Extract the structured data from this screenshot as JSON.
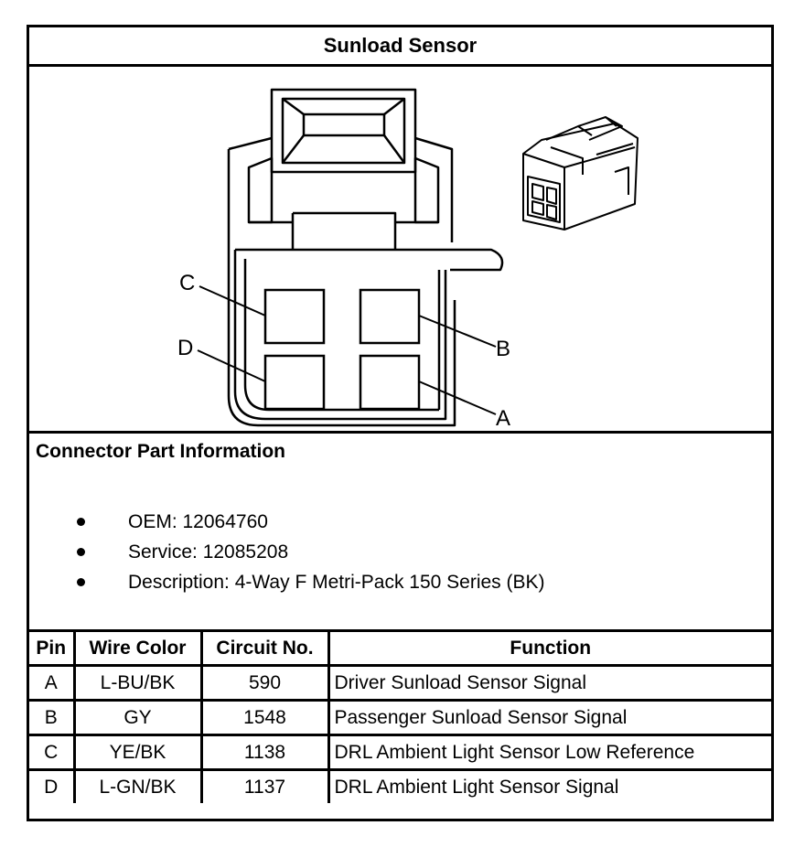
{
  "title": "Sunload Sensor",
  "diagram": {
    "pin_labels": [
      "C",
      "D",
      "B",
      "A"
    ]
  },
  "connector_info": {
    "heading": "Connector Part Information",
    "items": [
      "OEM: 12064760",
      "Service: 12085208",
      "Description: 4-Way F Metri-Pack 150 Series (BK)"
    ]
  },
  "pin_table": {
    "headers": [
      "Pin",
      "Wire Color",
      "Circuit No.",
      "Function"
    ],
    "rows": [
      [
        "A",
        "L-BU/BK",
        "590",
        "Driver Sunload Sensor Signal"
      ],
      [
        "B",
        "GY",
        "1548",
        "Passenger Sunload Sensor Signal"
      ],
      [
        "C",
        "YE/BK",
        "1138",
        "DRL Ambient Light Sensor Low Reference"
      ],
      [
        "D",
        "L-GN/BK",
        "1137",
        "DRL Ambient Light Sensor Signal"
      ]
    ]
  }
}
